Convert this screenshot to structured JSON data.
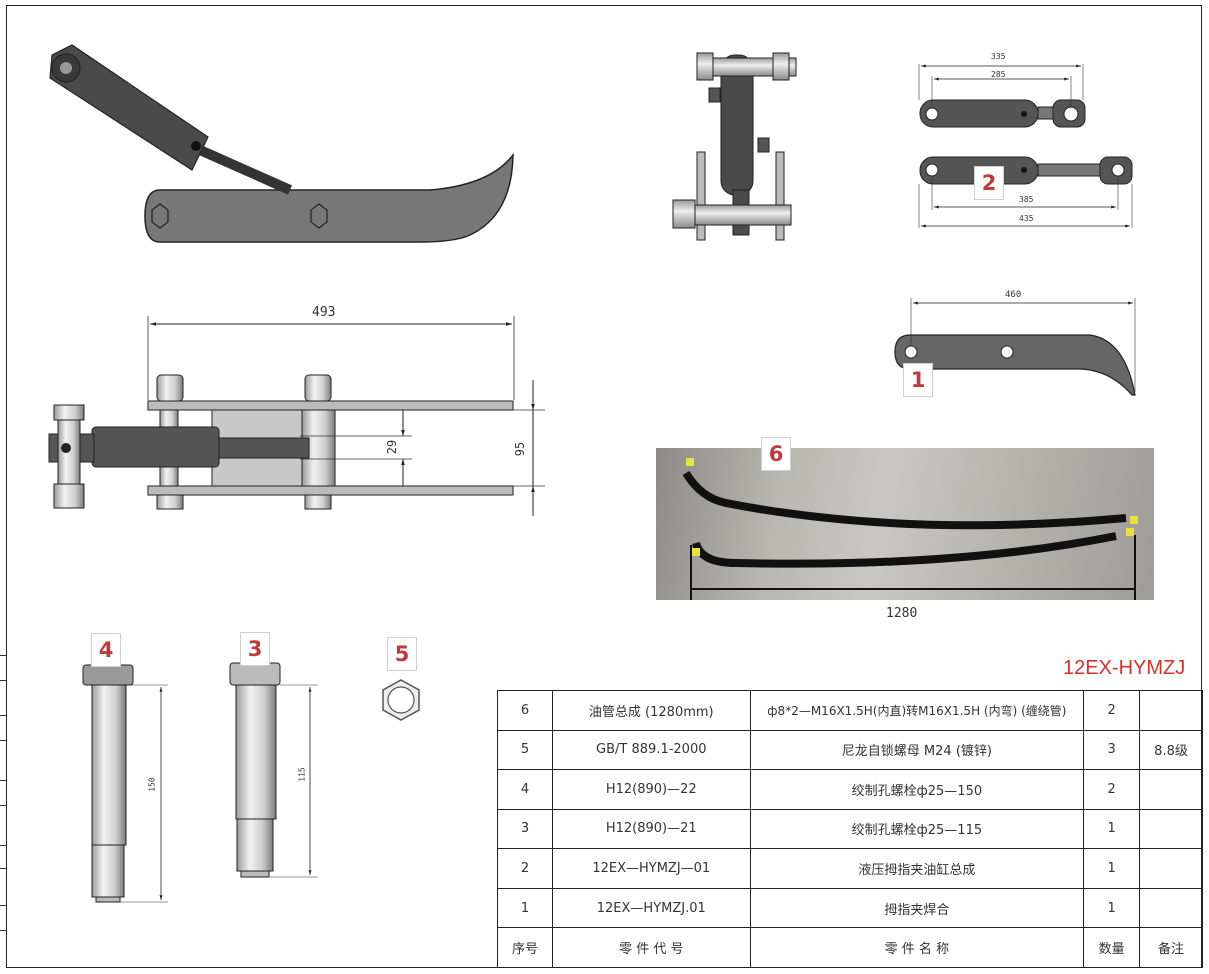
{
  "drawing": {
    "code": "12EX-HYMZJ",
    "accent_color": "#c0393b",
    "code_color": "#d9302a"
  },
  "callouts": [
    {
      "id": "1",
      "label": "1"
    },
    {
      "id": "2",
      "label": "2"
    },
    {
      "id": "3",
      "label": "3"
    },
    {
      "id": "4",
      "label": "4"
    },
    {
      "id": "5",
      "label": "5"
    },
    {
      "id": "6",
      "label": "6"
    }
  ],
  "dimensions": {
    "assembly_length": "493",
    "rod_gap": "29",
    "plate_width": "95",
    "cylinder_retracted_outer": "335",
    "cylinder_retracted_pin": "285",
    "cylinder_extended_pin": "385",
    "cylinder_extended_outer": "435",
    "finger_length": "460",
    "hose_length": "1280",
    "bolt_long": "150",
    "bolt_short": "115"
  },
  "bom": {
    "headers": {
      "index": "序号",
      "part_code": "零 件 代 号",
      "part_name": "零 件 名 称",
      "qty": "数量",
      "remark": "备注"
    },
    "rows": [
      {
        "index": "6",
        "part_code": "油管总成 (1280mm)",
        "part_name": "ф8*2—M16X1.5H(内直)转M16X1.5H (内弯) (缠绕管)",
        "qty": "2",
        "remark": ""
      },
      {
        "index": "5",
        "part_code": "GB/T 889.1-2000",
        "part_name": "尼龙自锁螺母 M24 (镀锌)",
        "qty": "3",
        "remark": "8.8级"
      },
      {
        "index": "4",
        "part_code": "H12(890)—22",
        "part_name": "绞制孔螺栓ф25—150",
        "qty": "2",
        "remark": ""
      },
      {
        "index": "3",
        "part_code": "H12(890)—21",
        "part_name": "绞制孔螺栓ф25—115",
        "qty": "1",
        "remark": ""
      },
      {
        "index": "2",
        "part_code": "12EX—HYMZJ—01",
        "part_name": "液压拇指夹油缸总成",
        "qty": "1",
        "remark": ""
      },
      {
        "index": "1",
        "part_code": "12EX—HYMZJ.01",
        "part_name": "拇指夹焊合",
        "qty": "1",
        "remark": ""
      }
    ]
  }
}
